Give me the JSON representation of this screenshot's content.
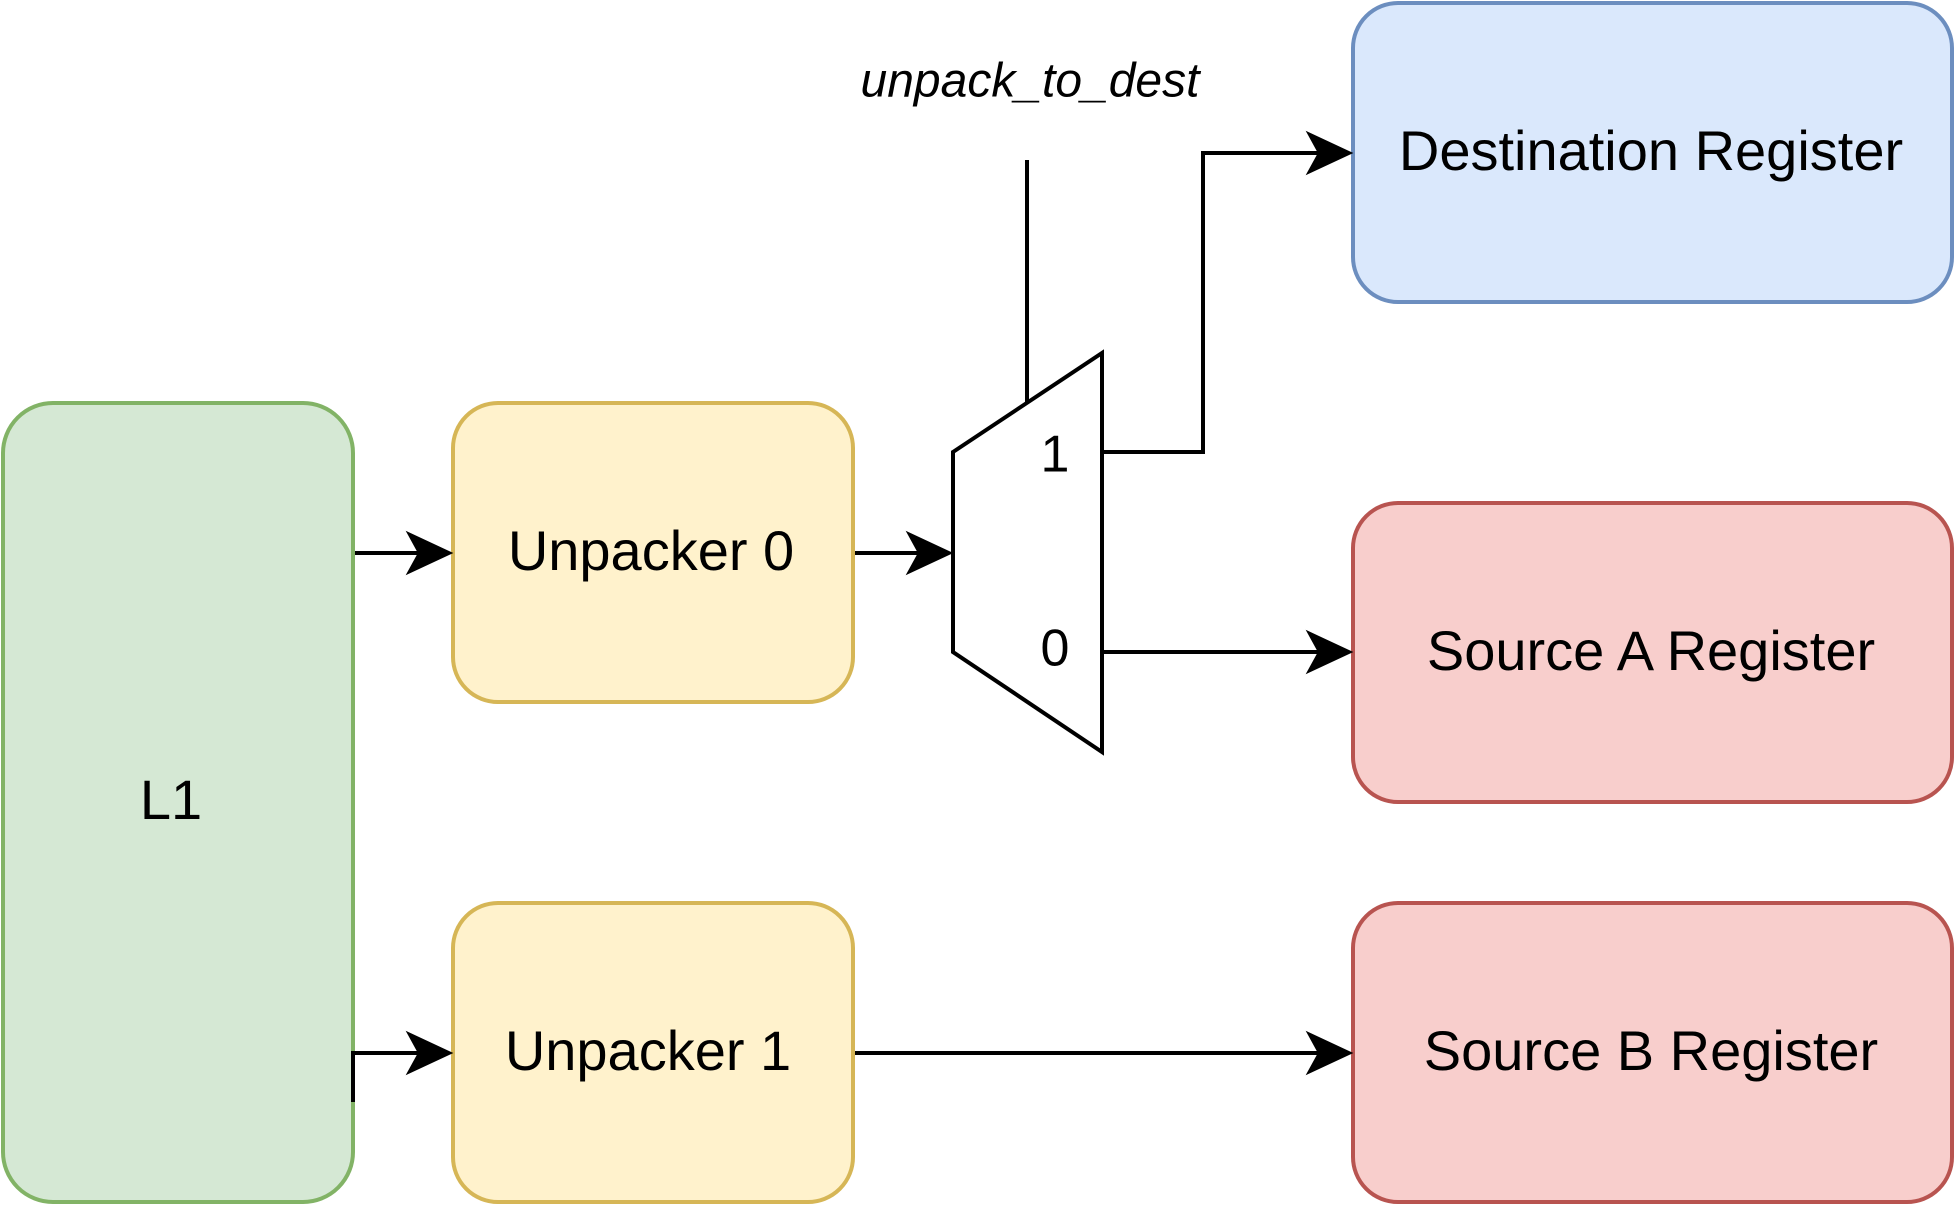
{
  "diagram": {
    "signal": {
      "label": "unpack_to_dest"
    },
    "mux": {
      "input_1_label": "1",
      "input_0_label": "0"
    },
    "blocks": {
      "l1": {
        "label": "L1",
        "fill": "#d5e8d4",
        "stroke": "#82b366"
      },
      "unpacker0": {
        "label": "Unpacker 0",
        "fill": "#fff2cc",
        "stroke": "#d6b656"
      },
      "unpacker1": {
        "label": "Unpacker 1",
        "fill": "#fff2cc",
        "stroke": "#d6b656"
      },
      "dest_register": {
        "label": "Destination Register",
        "fill": "#dae8fc",
        "stroke": "#6c8ebf"
      },
      "srca_register": {
        "label": "Source A Register",
        "fill": "#f8cecc",
        "stroke": "#b85450"
      },
      "srcb_register": {
        "label": "Source B Register",
        "fill": "#f8cecc",
        "stroke": "#b85450"
      }
    }
  }
}
